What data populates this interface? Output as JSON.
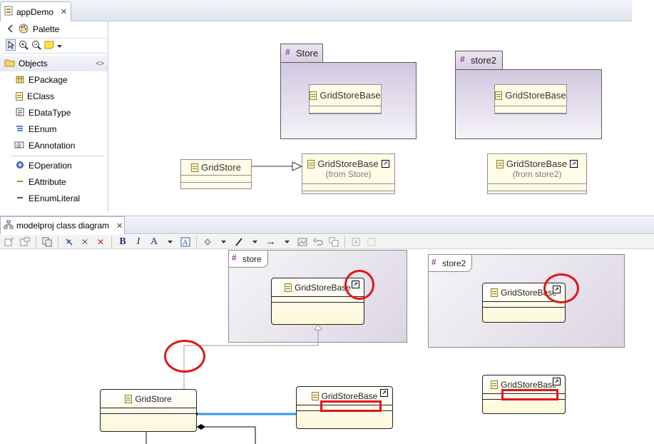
{
  "top_editor": {
    "tab_label": "appDemo",
    "close_glyph": "✕",
    "palette": {
      "title": "Palette",
      "drawer_label": "Objects",
      "items": [
        "EPackage",
        "EClass",
        "EDataType",
        "EEnum",
        "EAnnotation",
        "EOperation",
        "EAttribute",
        "EEnumLiteral"
      ]
    },
    "diagram": {
      "packages": [
        {
          "name": "Store",
          "inner_class": "GridStoreBase"
        },
        {
          "name": "store2",
          "inner_class": "GridStoreBase"
        }
      ],
      "gridstore": "GridStore",
      "refs": [
        {
          "name": "GridStoreBase",
          "from": "(from Store)"
        },
        {
          "name": "GridStoreBase",
          "from": "(from store2)"
        }
      ]
    }
  },
  "bottom_editor": {
    "tab_label": "modelproj class diagram",
    "close_glyph": "✕",
    "toolbar": {
      "bold": "B",
      "italic": "I",
      "font_color": "A",
      "arrow": "→"
    },
    "diagram": {
      "packages": [
        {
          "name": "store",
          "inner_class": "GridStoreBase"
        },
        {
          "name": "store2",
          "inner_class": "GridStoreBase"
        }
      ],
      "gridstore": "GridStore",
      "ref_a": "GridStoreBase",
      "ref_b": "GridStoreBase"
    }
  },
  "colors": {
    "package_accent": "#8b3fa8",
    "highlight": "#e0161a",
    "association": "#3399ee",
    "class_fill": "#fffde8"
  },
  "icons": {
    "back": "back-arrow-icon",
    "palette": "palette-icon",
    "select": "select-tool-icon",
    "zoom_in": "zoom-in-icon",
    "zoom_out": "zoom-out-icon",
    "note": "note-tool-icon",
    "folder": "folder-icon",
    "shortcut": "shortcut-arrow-icon"
  }
}
